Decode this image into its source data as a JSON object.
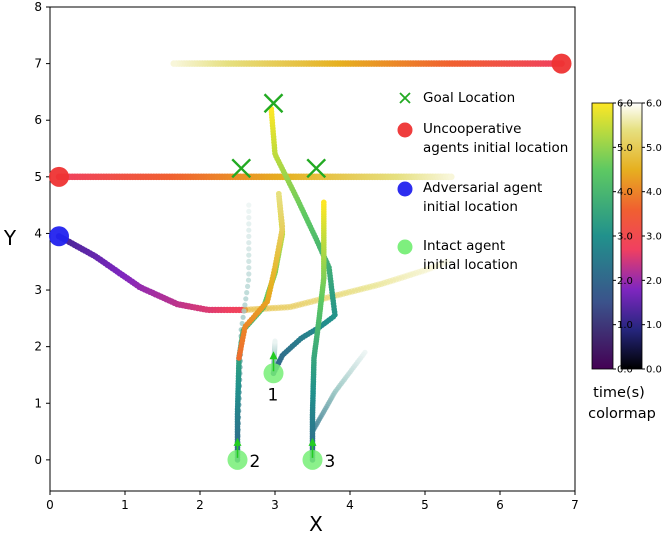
{
  "chart_data": {
    "type": "scatter",
    "xlabel": "X",
    "ylabel": "Y",
    "xlim": [
      0,
      7
    ],
    "ylim": [
      -0.55,
      8
    ],
    "xticks": [
      "0",
      "1",
      "2",
      "3",
      "4",
      "5",
      "6",
      "7"
    ],
    "yticks": [
      "0",
      "1",
      "2",
      "3",
      "4",
      "5",
      "6",
      "7",
      "8"
    ],
    "grid": false,
    "legend": {
      "placement": "upper-right",
      "entries": [
        {
          "label_lines": [
            "Goal Location"
          ],
          "marker": "x",
          "color": "#22aa22"
        },
        {
          "label_lines": [
            "Uncooperative",
            "agents initial location"
          ],
          "marker": "circle",
          "color": "#ee3333"
        },
        {
          "label_lines": [
            "Adversarial agent",
            "initial location"
          ],
          "marker": "circle",
          "color": "#2222ee"
        },
        {
          "label_lines": [
            "Intact agent",
            "initial location"
          ],
          "marker": "circle",
          "color": "#77ee77"
        }
      ]
    },
    "goals": [
      {
        "x": 2.55,
        "y": 5.15
      },
      {
        "x": 3.55,
        "y": 5.15
      },
      {
        "x": 2.98,
        "y": 6.3
      }
    ],
    "uncooperative_agents": [
      {
        "initial": [
          6.82,
          7.0
        ],
        "path": [
          [
            6.82,
            7.0
          ],
          [
            1.65,
            7.0
          ]
        ]
      },
      {
        "initial": [
          0.12,
          5.0
        ],
        "path": [
          [
            0.12,
            5.0
          ],
          [
            5.35,
            5.0
          ]
        ]
      }
    ],
    "adversarial_agent": {
      "initial": [
        0.12,
        3.95
      ],
      "path": [
        [
          0.12,
          3.95
        ],
        [
          0.6,
          3.6
        ],
        [
          1.2,
          3.05
        ],
        [
          1.7,
          2.75
        ],
        [
          2.1,
          2.65
        ],
        [
          2.6,
          2.65
        ],
        [
          3.2,
          2.7
        ],
        [
          3.8,
          2.9
        ],
        [
          4.4,
          3.1
        ],
        [
          5.0,
          3.35
        ],
        [
          5.3,
          3.5
        ]
      ]
    },
    "intact_agents": [
      {
        "label": "1",
        "initial": [
          2.98,
          1.53
        ],
        "path": [
          [
            2.98,
            1.53
          ],
          [
            3.1,
            1.85
          ],
          [
            3.35,
            2.15
          ],
          [
            3.6,
            2.35
          ],
          [
            3.8,
            2.55
          ],
          [
            3.72,
            3.4
          ],
          [
            3.55,
            3.9
          ],
          [
            3.3,
            4.6
          ],
          [
            3.0,
            5.4
          ],
          [
            2.95,
            6.2
          ]
        ],
        "future": [
          [
            2.98,
            1.53
          ],
          [
            3.0,
            2.1
          ]
        ]
      },
      {
        "label": "2",
        "initial": [
          2.5,
          0.0
        ],
        "path": [
          [
            2.5,
            0.0
          ],
          [
            2.5,
            0.8
          ],
          [
            2.52,
            1.8
          ],
          [
            2.58,
            2.3
          ],
          [
            2.85,
            2.7
          ],
          [
            3.0,
            3.3
          ],
          [
            3.1,
            4.0
          ],
          [
            3.05,
            4.7
          ]
        ],
        "future": [
          [
            2.5,
            0.2
          ],
          [
            2.55,
            2.3
          ],
          [
            2.65,
            3.2
          ],
          [
            2.65,
            4.5
          ]
        ]
      },
      {
        "label": "3",
        "initial": [
          3.5,
          0.0
        ],
        "path": [
          [
            3.5,
            0.0
          ],
          [
            3.5,
            0.8
          ],
          [
            3.52,
            1.8
          ],
          [
            3.58,
            2.4
          ],
          [
            3.65,
            3.2
          ],
          [
            3.65,
            4.55
          ]
        ],
        "future": [
          [
            3.5,
            0.5
          ],
          [
            3.8,
            1.2
          ],
          [
            4.2,
            1.9
          ]
        ]
      }
    ],
    "colorbars": [
      {
        "name": "viridis",
        "ticks": [
          "0.0",
          "1.0",
          "2.0",
          "3.0",
          "4.0",
          "5.0",
          "6.0"
        ],
        "range": [
          0,
          6
        ]
      },
      {
        "name": "CMRmap",
        "ticks": [
          "0.0",
          "1.0",
          "2.0",
          "3.0",
          "4.0",
          "5.0",
          "6.0"
        ],
        "range": [
          0,
          6
        ]
      }
    ],
    "colorbar_caption_lines": [
      "time(s)",
      "colormap"
    ]
  }
}
